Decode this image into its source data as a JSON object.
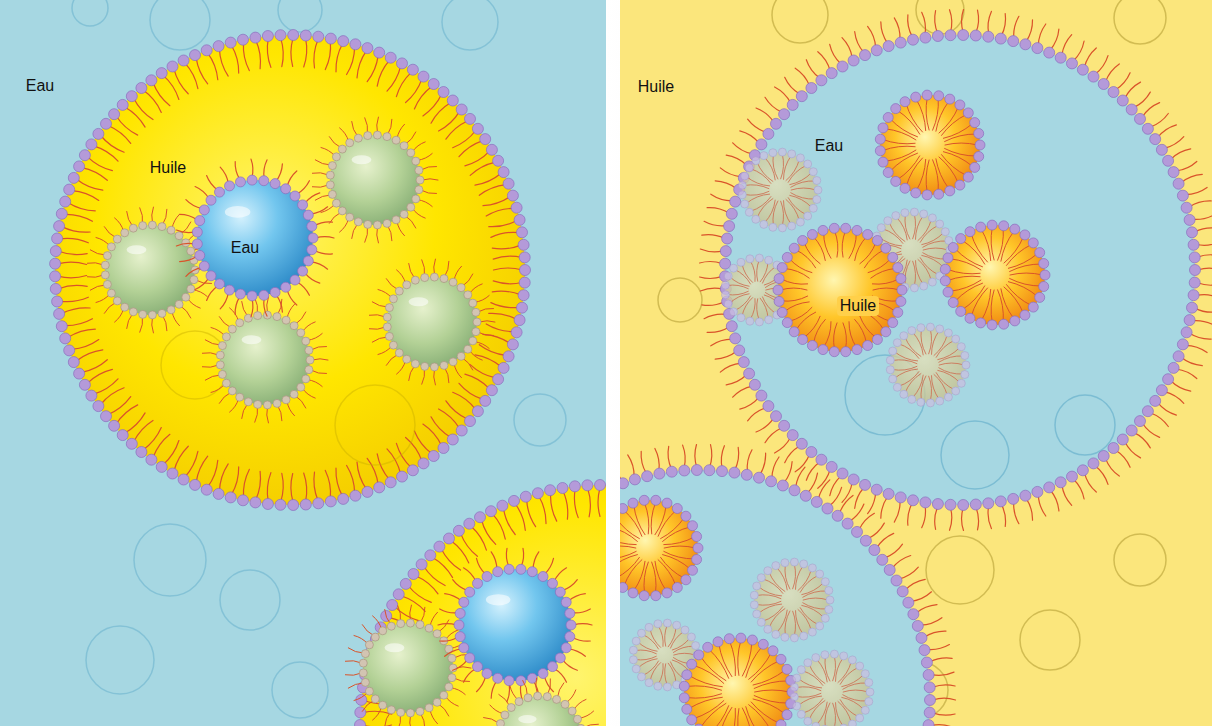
{
  "diagram": {
    "nodes": [
      {
        "text": [
          "Eau"
        ]
      },
      {
        "text": [
          "Huile"
        ],
        "in": 0
      },
      {
        "text": [
          "Eau"
        ],
        "in": 1
      },
      {
        "text": [
          "Huile"
        ]
      },
      {
        "text": [
          "Eau"
        ],
        "in": 3
      },
      {
        "text": [
          "Huile"
        ],
        "in": 4
      }
    ]
  }
}
